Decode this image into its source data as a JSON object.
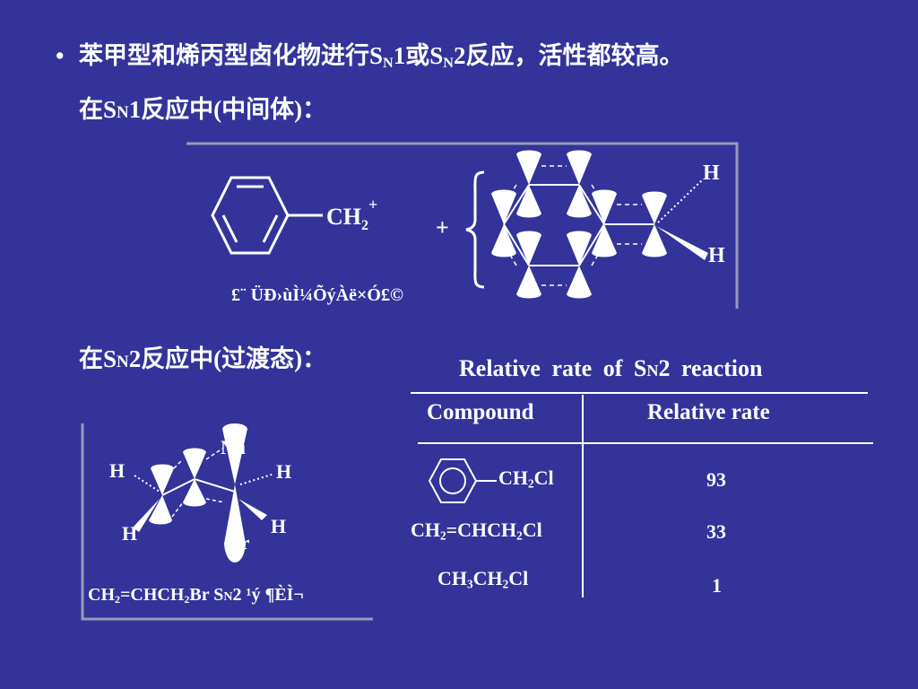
{
  "bullet": {
    "symbol": "•",
    "text_a": "苯甲型和烯丙型卤化物进行S",
    "sub_n1": "N",
    "text_b": "1或S",
    "sub_n2": "N",
    "text_c": "2反应，活性都较高。"
  },
  "sn1_line": {
    "text_a": "在S",
    "sub_n": "N",
    "text_b": "1反应中(中间体)："
  },
  "sn2_line": {
    "text_a": "在S",
    "sub_n": "N",
    "text_b": "2反应中(过渡态)："
  },
  "figure1": {
    "ch2_label": "CH",
    "ch2_sub": "2",
    "ch2_sup": "+",
    "plus_sign": "+",
    "h_top": "H",
    "h_bottom": "H",
    "caption_garbled": "£¨ ÜÐ›ùÌ¼ÕýÀë×Ó£©"
  },
  "figure2": {
    "nu_label": "Nu",
    "br_label": "Br",
    "h_left_top": "H",
    "h_left_bottom": "H",
    "h_right_top": "H",
    "h_right_bottom": "H",
    "caption_a": "CH",
    "caption_sub": "2",
    "caption_b": "=CHCH",
    "caption_sub2": "2",
    "caption_c": "Br S",
    "caption_n": "N",
    "caption_d": "2 ¹ý ¶ÈÌ¬"
  },
  "table": {
    "title_a": "Relative   rate   of   S",
    "title_n": "N",
    "title_b": "2   reaction",
    "headers": [
      "Compound",
      "Relative  rate"
    ],
    "rows": [
      {
        "compound_a": "CH",
        "compound_s1": "2",
        "compound_b": "Cl",
        "rate": "93"
      },
      {
        "compound_a": "CH",
        "compound_s1": "2",
        "compound_b": "=CHCH",
        "compound_s2": "2",
        "compound_c": "Cl",
        "rate": "33"
      },
      {
        "compound_a": "CH",
        "compound_s1": "3",
        "compound_b": "CH",
        "compound_s2": "2",
        "compound_c": "Cl",
        "rate": "1"
      }
    ]
  },
  "colors": {
    "background": "#33339a",
    "text": "#ffffff",
    "border": "#9a9ab8"
  }
}
